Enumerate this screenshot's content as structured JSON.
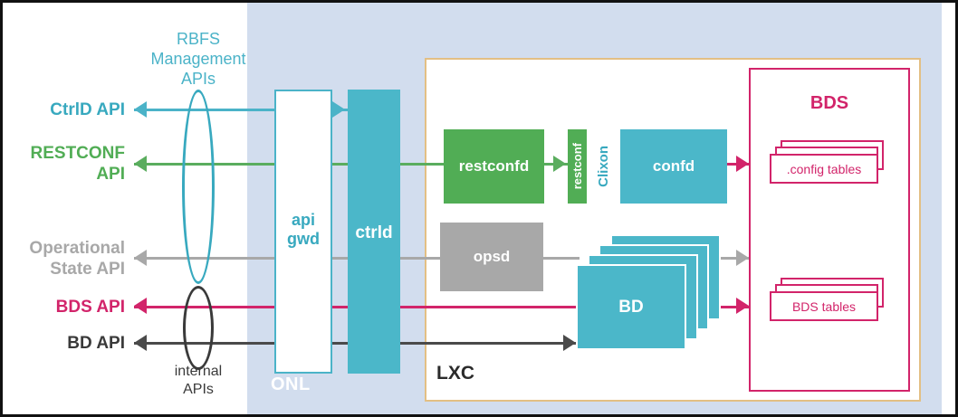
{
  "diagram": {
    "zones": {
      "onl_label": "ONL",
      "lxc_label": "LXC"
    },
    "left_api_labels": [
      {
        "id": "ctrld-api",
        "text": "CtrlD API",
        "color": "#38a9bf"
      },
      {
        "id": "restconf-api",
        "text": "RESTCONF\nAPI",
        "color": "#51ad55"
      },
      {
        "id": "operational-state-api",
        "text": "Operational\nState API",
        "color": "#a8a8a8"
      },
      {
        "id": "bds-api",
        "text": "BDS API",
        "color": "#d2246a"
      },
      {
        "id": "bd-api",
        "text": "BD API",
        "color": "#3a3a3a"
      }
    ],
    "label_ctrld_api": "CtrlD API",
    "label_restconf_api_l1": "RESTCONF",
    "label_restconf_api_l2": "API",
    "label_opstate_l1": "Operational",
    "label_opstate_l2": "State API",
    "label_bds_api": "BDS API",
    "label_bd_api": "BD API",
    "groupings": {
      "mgmt_caption_l1": "RBFS",
      "mgmt_caption_l2": "Management",
      "mgmt_caption_l3": "APIs",
      "internal_caption_l1": "internal",
      "internal_caption_l2": "APIs"
    },
    "boxes": {
      "api_gwd_l1": "api",
      "api_gwd_l2": "gwd",
      "ctrld": "ctrld",
      "restconfd": "restconfd",
      "opsd": "opsd",
      "confd_restconf": "restconf",
      "confd_clixon": "Clixon",
      "confd": "confd",
      "bd": "BD"
    },
    "bds": {
      "title": "BDS",
      "config_tables": ".config tables",
      "bds_tables": "BDS tables"
    },
    "colors": {
      "teal": "#4bb7c9",
      "teal_text": "#38a9bf",
      "green": "#51ad55",
      "gray": "#a8a8a8",
      "dark_gray": "#3a3a3a",
      "magenta": "#d2246a",
      "onl_band": "#d2ddee",
      "lxc_border": "#e3bf84",
      "white": "#ffffff"
    }
  }
}
